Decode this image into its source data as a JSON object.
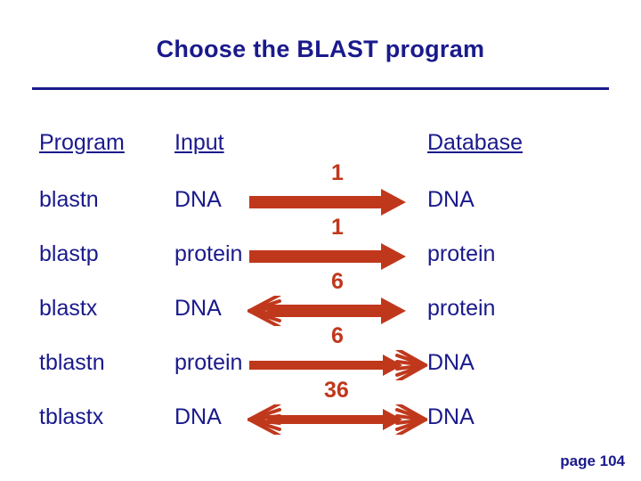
{
  "title": "Choose the BLAST program",
  "headers": {
    "program": "Program",
    "input": "Input",
    "database": "Database"
  },
  "colors": {
    "text_blue": "#1a1a8c",
    "arrow_red": "#c0381c"
  },
  "rows": [
    {
      "program": "blastn",
      "input": "DNA",
      "number": "1",
      "database": "DNA"
    },
    {
      "program": "blastp",
      "input": "protein",
      "number": "1",
      "database": "protein"
    },
    {
      "program": "blastx",
      "input": "DNA",
      "number": "6",
      "database": "protein"
    },
    {
      "program": "tblastn",
      "input": "protein",
      "number": "6",
      "database": "DNA"
    },
    {
      "program": "tblastx",
      "input": "DNA",
      "number": "36",
      "database": "DNA"
    }
  ],
  "footer": {
    "page": "page 104"
  }
}
